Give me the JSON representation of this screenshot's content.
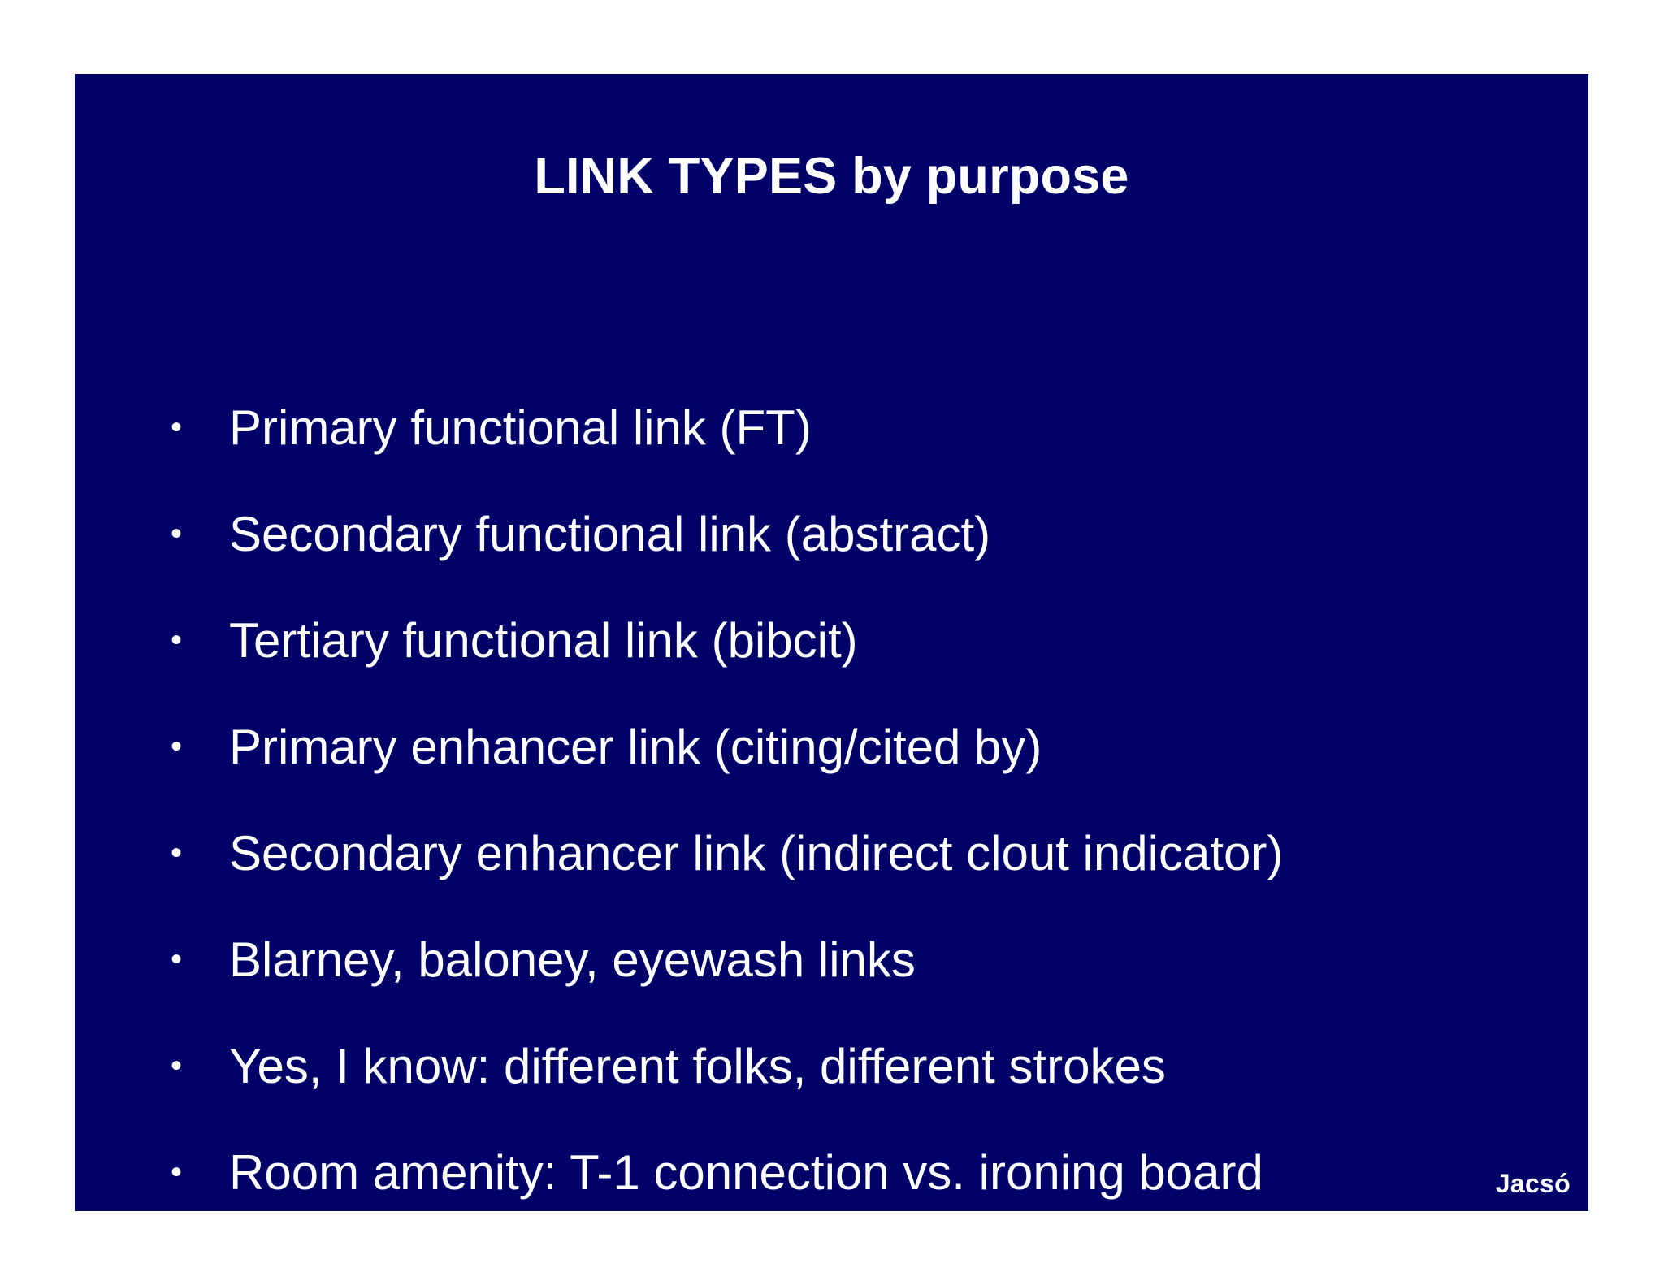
{
  "slide": {
    "background_color": "#000069",
    "text_color": "#ffffff",
    "title": "LINK TYPES by purpose",
    "bullet_marker": "•",
    "bullets": [
      {
        "text": "Primary functional link (FT)"
      },
      {
        "text": "Secondary functional link (abstract)"
      },
      {
        "text": "Tertiary functional link (bibcit)"
      },
      {
        "text": "Primary enhancer link (citing/cited by)"
      },
      {
        "text": "Secondary enhancer link (indirect clout indicator)"
      },
      {
        "text": "Blarney, baloney, eyewash links"
      },
      {
        "text": "Yes, I know: different folks, different strokes"
      },
      {
        "text": "Room amenity: T-1 connection vs. ironing board"
      }
    ],
    "signature": "Jacsó"
  }
}
